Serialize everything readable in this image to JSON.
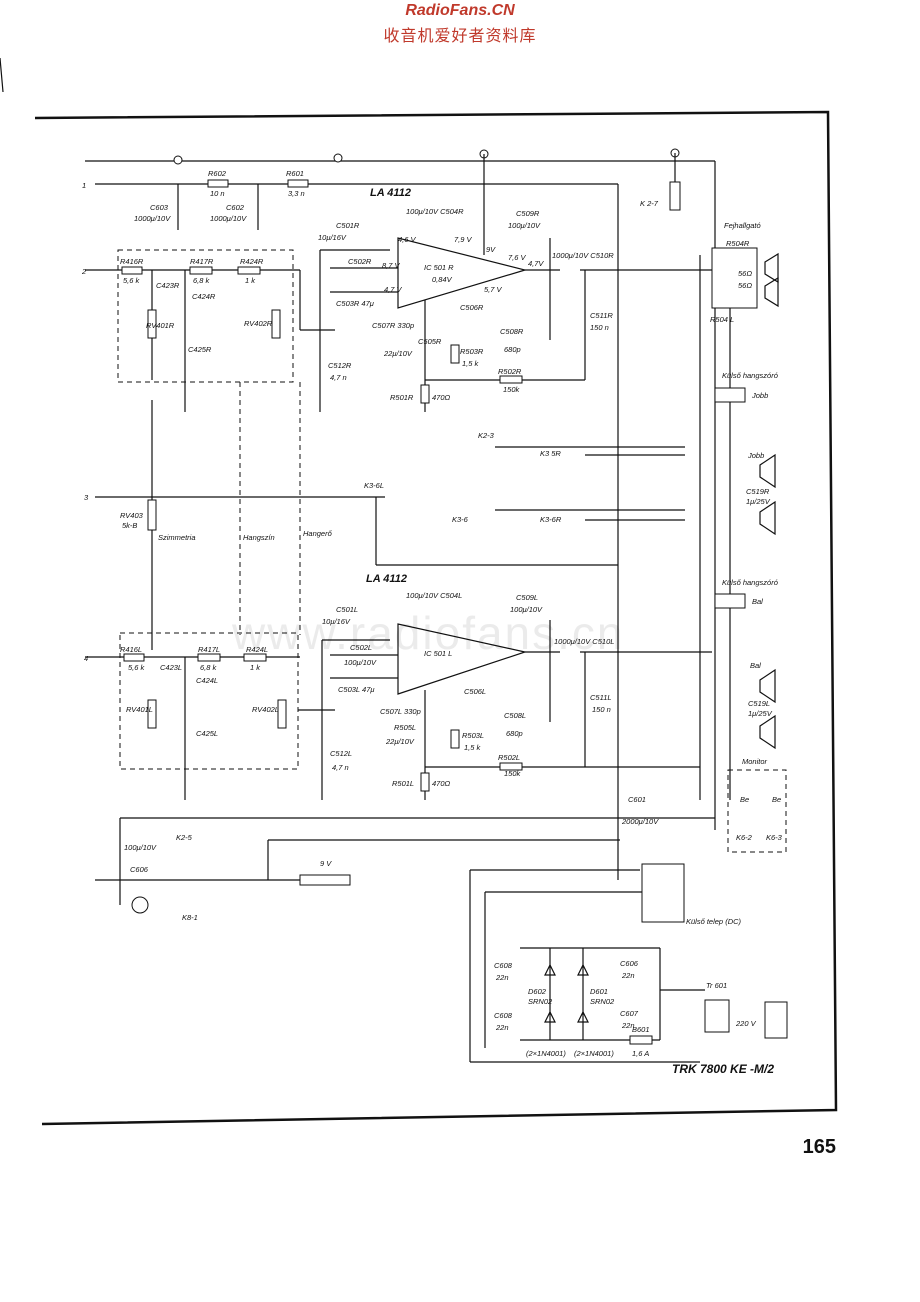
{
  "header": {
    "site": "RadioFans.CN",
    "subtitle": "收音机爱好者资料库"
  },
  "watermark": "www.radiofans.cn",
  "page_number": "165",
  "model": "TRK 7800 KE    -M/2",
  "labels": {
    "ic_r_title": "LA 4112",
    "ic_l_title": "LA 4112",
    "ic_r": "IC 501 R",
    "ic_l": "IC 501 L",
    "r602": "R602",
    "r602v": "10 n",
    "r601": "R601",
    "r601v": "3,3 n",
    "c603": "C603",
    "c603v": "1000μ/10V",
    "c602": "C602",
    "c602v": "1000μ/10V",
    "k27": "K 2-7",
    "fejhall": "Fejhallgató",
    "kulso1": "Külső hangszóró",
    "jobb": "Jobb",
    "kulso2": "Külső hangszóró",
    "bal": "Bal",
    "bal2": "Bal",
    "jobb2": "Jobb",
    "monitor": "Monitor",
    "kulso_telep": "Külső telep (DC)",
    "szimm": "Szimmetria",
    "hangszin": "Hangszín",
    "hangero": "Hangerő",
    "r416r": "R416R",
    "r416rv": "5,6 k",
    "r417r": "R417R",
    "r417rv": "6,8 k",
    "r424r": "R424R",
    "r424rv": "1 k",
    "c423r": "C423R",
    "c424r": "C424R",
    "c425r": "C425R",
    "rv401r": "RV401R",
    "rv402r": "RV402R",
    "r416l": "R416L",
    "r416lv": "5,6 k",
    "r417l": "R417L",
    "r417lv": "6,8 k",
    "r424l": "R424L",
    "r424lv": "1 k",
    "c423l": "C423L",
    "c424l": "C424L",
    "c425l": "C425L",
    "rv401l": "RV401L",
    "rv402l": "RV402L",
    "rv403": "RV403",
    "rv403v": "5k-B",
    "c501r": "C501R",
    "c501rv": "10μ/16V",
    "c502r": "C502R",
    "c503r": "C503R 47μ",
    "c504r": "100μ/10V  C504R",
    "c505r": "C505R",
    "c505rv": "22μ/10V",
    "c506r": "C506R",
    "c507r": "C507R 330p",
    "c508r": "C508R",
    "c508rv": "680p",
    "c509r": "C509R",
    "c509rv": "100μ/10V",
    "c510r": "1000μ/10V  C510R",
    "c511r": "C511R",
    "c511rv": "150 n",
    "c512r": "C512R",
    "c512rv": "4,7 n",
    "r501r": "R501R",
    "r501rv": "470Ω",
    "r502r": "R502R",
    "r502rv": "150k",
    "r503r": "R503R",
    "r503rv": "1,5 k",
    "c501l": "C501L",
    "c501lv": "10μ/16V",
    "c502l": "C502L",
    "c502lv": "100μ/10V",
    "c503l": "C503L 47μ",
    "c504l": "100μ/10V  C504L",
    "c505l": "R505L",
    "c505lv": "22μ/10V",
    "c506l": "C506L",
    "c507l": "C507L 330p",
    "c508l": "C508L",
    "c508lv": "680p",
    "c509l": "C509L",
    "c509lv": "100μ/10V",
    "c510l": "1000μ/10V  C510L",
    "c511l": "C511L",
    "c511lv": "150 n",
    "c512l": "C512L",
    "c512lv": "4,7 n",
    "r501l": "R501L",
    "r501lv": "470Ω",
    "r502l": "R502L",
    "r502lv": "150k",
    "r503l": "R503L",
    "r503lv": "1,5 k",
    "k23": "K2-3",
    "k35": "K3 5R",
    "k36": "K3-6",
    "k36r": "K3-6R",
    "k36l": "K3-6L",
    "c519r": "C519R",
    "c519rv": "1μ/25V",
    "c519l": "C519L",
    "c519lv": "1μ/25V",
    "r504r": "R504R",
    "r504l": "R504 L",
    "ohm56a": "56Ω",
    "ohm56b": "56Ω",
    "c601": "C601",
    "c601v": "2000μ/10V",
    "k25": "K2-5",
    "c606": "C606",
    "c606v": "100μ/10V",
    "k81": "K8-1",
    "v9": "9 V",
    "c608a": "C608",
    "c608av": "22n",
    "c608b": "C608",
    "c608bv": "22n",
    "c606b": "C606",
    "c606bv": "22n",
    "c607": "C607",
    "c607v": "22n",
    "d602": "D602",
    "d602v": "SRN02",
    "d601": "D601",
    "d601v": "SRN02",
    "n4001a": "(2×1N4001)",
    "n4001b": "(2×1N4001)",
    "b601": "B601",
    "b601v": "1,6 A",
    "tr601": "Tr 601",
    "v220": "220 V",
    "k62": "K6-2",
    "k63": "K6-3",
    "be1": "Be",
    "be2": "Be",
    "v_46": "4,6 V",
    "v_87": "8,7 V",
    "v_47": "4,7 V",
    "v_79": "7,9 V",
    "v_9": "9V",
    "v_76": "7,6 V",
    "v_57": "5,7 V",
    "v_084": "0,84V",
    "v_47b": "4,7V",
    "n1": "1",
    "n2": "2",
    "n3": "3",
    "n4": "4"
  }
}
